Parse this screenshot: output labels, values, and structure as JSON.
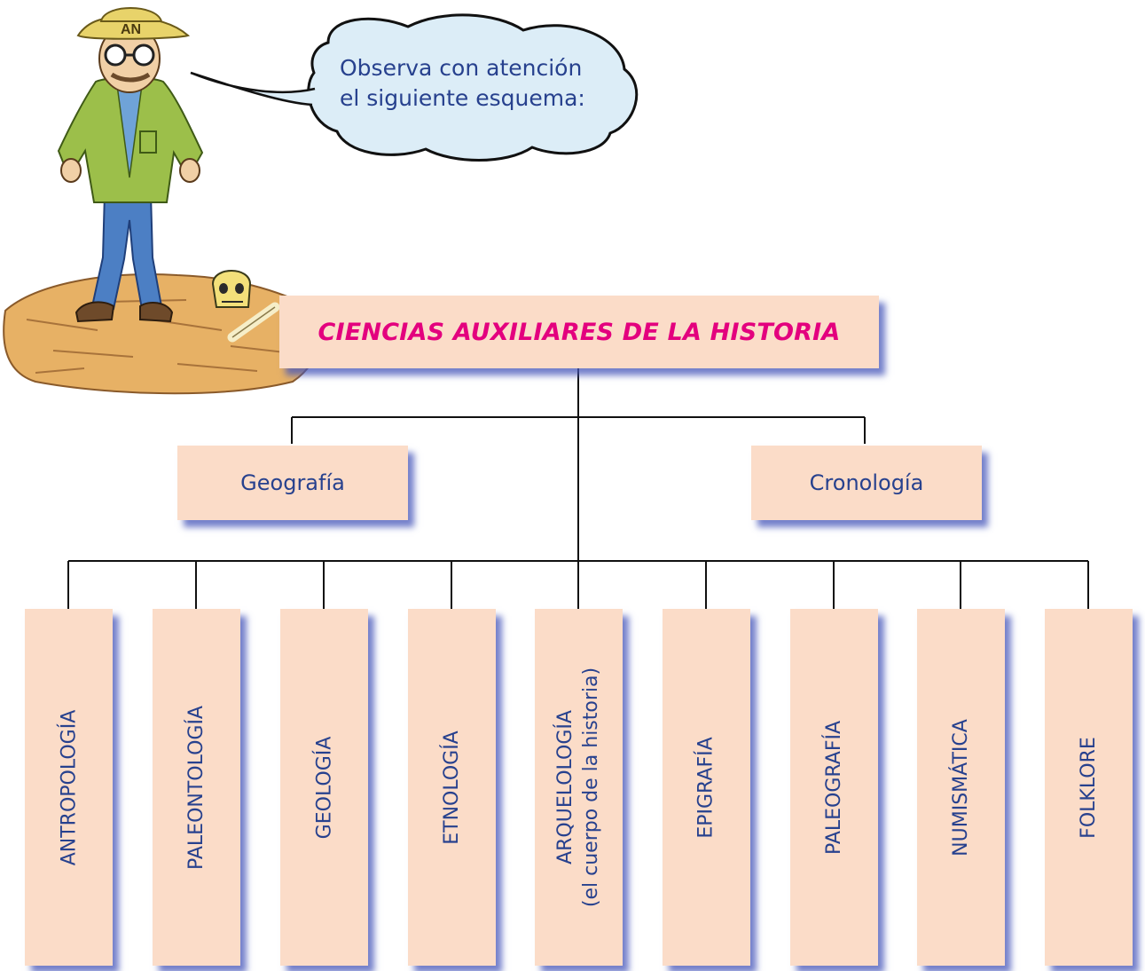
{
  "speech_bubble": {
    "line1": "Observa con atención",
    "line2": "el siguiente esquema:"
  },
  "diagram": {
    "root": "CIENCIAS AUXILIARES DE LA HISTORIA",
    "branches": [
      "Geografía",
      "Cronología"
    ],
    "leaves": [
      {
        "line1": "ANTROPOLOGÍA",
        "line2": ""
      },
      {
        "line1": "PALEONTOLOGÍA",
        "line2": ""
      },
      {
        "line1": "GEOLOGÍA",
        "line2": ""
      },
      {
        "line1": "ETNOLOGÍA",
        "line2": ""
      },
      {
        "line1": "ARQUELOLOGÍA",
        "line2": "(el cuerpo de la historia)"
      },
      {
        "line1": "EPIGRAFÍA",
        "line2": ""
      },
      {
        "line1": "PALEOGRAFÍA",
        "line2": ""
      },
      {
        "line1": "NUMISMÁTICA",
        "line2": ""
      },
      {
        "line1": "FOLKLORE",
        "line2": ""
      }
    ]
  },
  "colors": {
    "box_fill": "#fbdcc8",
    "box_shadow": "#4655b9",
    "root_text": "#e3007e",
    "text": "#27418e",
    "bubble_fill": "#dcedf7",
    "connector": "#111111"
  },
  "illustration": {
    "figure": "archaeologist-illustration",
    "hat_letters": "AN"
  }
}
